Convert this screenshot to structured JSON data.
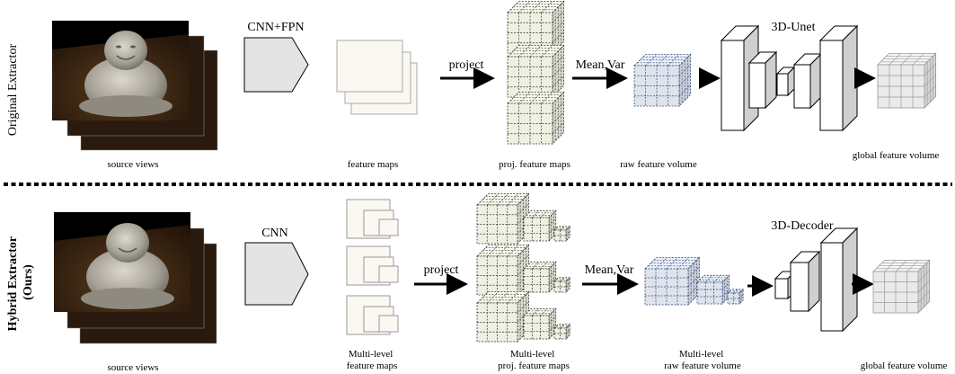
{
  "rows": [
    {
      "side_label_lines": [
        "Original Extractor"
      ],
      "source_caption": "source views",
      "encoder_label": "CNN+FPN",
      "feature_caption_lines": [
        "feature maps"
      ],
      "project_label": "project",
      "proj_caption_lines": [
        "proj. feature maps"
      ],
      "stats_label": "Mean,Var",
      "raw_caption_lines": [
        "raw feature volume"
      ],
      "net_label": "3D-Unet",
      "global_caption": "global feature volume"
    },
    {
      "side_label_lines": [
        "Hybrid Extractor",
        "(Ours)"
      ],
      "source_caption": "source views",
      "encoder_label": "CNN",
      "feature_caption_lines": [
        "Multi-level",
        "feature maps"
      ],
      "project_label": "project",
      "proj_caption_lines": [
        "Multi-level",
        "proj. feature maps"
      ],
      "stats_label": "Mean,Var",
      "raw_caption_lines": [
        "Multi-level",
        "raw feature volume"
      ],
      "net_label": "3D-Decoder",
      "global_caption": "global feature volume"
    }
  ],
  "colors": {
    "encoder_fill": "#e4e4e4",
    "feature_map_fill": "#fbf8f2",
    "proj_cube_fill": "#eef0e2",
    "raw_cube_fill": "#dfe4ec",
    "global_cube_fill": "#eaeaea",
    "net_block_fill": "#ffffff",
    "net_block_side": "#cfcfcf",
    "photo_bg": "#1e1209",
    "statue": "#a8a49a",
    "separator": "#000000"
  }
}
